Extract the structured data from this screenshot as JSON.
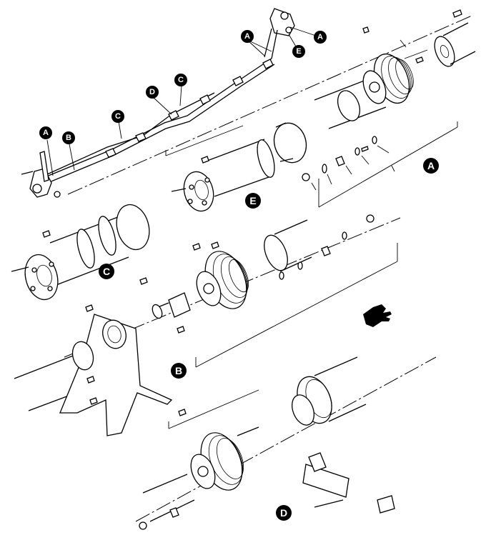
{
  "callouts": {
    "A": "A",
    "B": "B",
    "C": "C",
    "D": "D",
    "E": "E"
  },
  "icons": {
    "pointing_hand": "pointing-hand-icon"
  }
}
